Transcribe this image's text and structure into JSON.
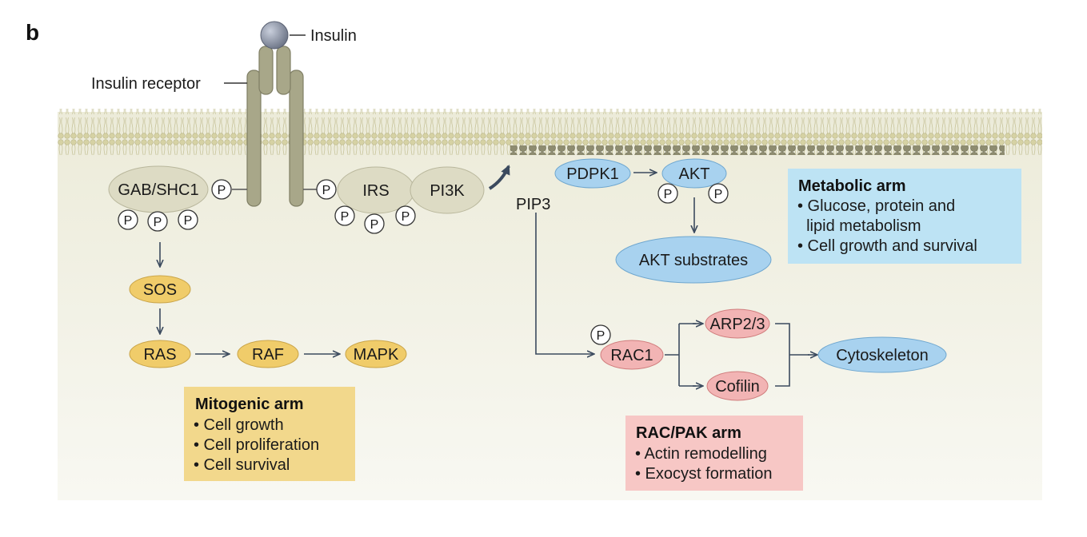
{
  "panel_label": "b",
  "ligand": {
    "label": "Insulin"
  },
  "receptor": {
    "label": "Insulin receptor"
  },
  "phospho_label": "P",
  "left_complex": {
    "gab": "GAB/SHC1"
  },
  "right_complex": {
    "irs": "IRS",
    "pi3k": "PI3K"
  },
  "lipid": {
    "pip3": "PIP3"
  },
  "mitogenic": {
    "nodes": {
      "sos": "SOS",
      "ras": "RAS",
      "raf": "RAF",
      "mapk": "MAPK"
    },
    "box": {
      "title": "Mitogenic arm",
      "items": [
        "• Cell growth",
        "• Cell proliferation",
        "• Cell survival"
      ]
    }
  },
  "metabolic": {
    "nodes": {
      "pdpk1": "PDPK1",
      "akt": "AKT",
      "akt_substrates": "AKT substrates"
    },
    "box": {
      "title": "Metabolic arm",
      "items": [
        "• Glucose, protein and",
        "  lipid metabolism",
        "• Cell growth and survival"
      ]
    }
  },
  "racpak": {
    "nodes": {
      "rac1": "RAC1",
      "arp23": "ARP2/3",
      "cofilin": "Cofilin",
      "cytoskeleton": "Cytoskeleton"
    },
    "box": {
      "title": "RAC/PAK arm",
      "items": [
        "• Actin remodelling",
        "• Exocyst formation"
      ]
    }
  },
  "colors": {
    "cytoplasm": "#efeee2",
    "membrane": "#d8d4a6",
    "receptor": "#a8a789",
    "complex": "#dddbc4",
    "mitogenic_node": "#f0cc6a",
    "mitogenic_box": "#f2d88c",
    "metabolic_node": "#a8d2ef",
    "metabolic_box": "#bde3f4",
    "rac_node": "#f2b4b4",
    "rac_box": "#f7c7c5",
    "arrow": "#3b4a5e"
  }
}
